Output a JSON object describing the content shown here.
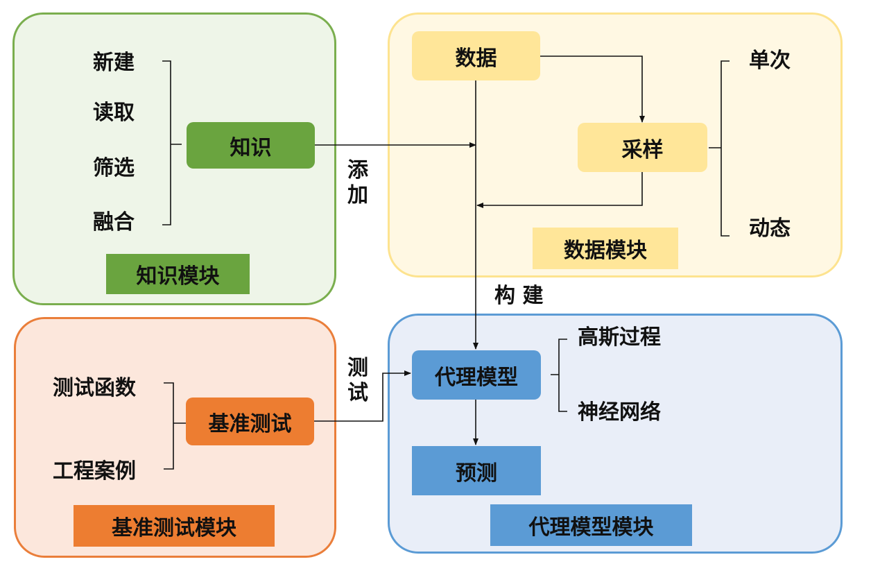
{
  "knowledge_module": {
    "title": "知识模块",
    "center": "知识",
    "items": [
      "新建",
      "读取",
      "筛选",
      "融合"
    ],
    "colors": {
      "fill": "#eef5e8",
      "border": "#7aae4e",
      "accent": "#6aa43f"
    }
  },
  "data_module": {
    "title": "数据模块",
    "data": "数据",
    "sampling": "采样",
    "sampling_items": [
      "单次",
      "动态"
    ],
    "colors": {
      "fill": "#fff8e3",
      "border": "#fde38f",
      "accent": "#ffe699"
    }
  },
  "benchmark_module": {
    "title": "基准测试模块",
    "center": "基准测试",
    "items": [
      "测试函数",
      "工程案例"
    ],
    "colors": {
      "fill": "#fce7dc",
      "border": "#ea7e3a",
      "accent": "#ed7d31"
    }
  },
  "surrogate_module": {
    "title": "代理模型模块",
    "center": "代理模型",
    "predict": "预测",
    "items": [
      "高斯过程",
      "神经网络"
    ],
    "colors": {
      "fill": "#e9eef8",
      "border": "#5b9bd5",
      "accent": "#5b9bd5"
    }
  },
  "edge_labels": {
    "add": "添加",
    "build": "构 建",
    "test": "测试"
  }
}
